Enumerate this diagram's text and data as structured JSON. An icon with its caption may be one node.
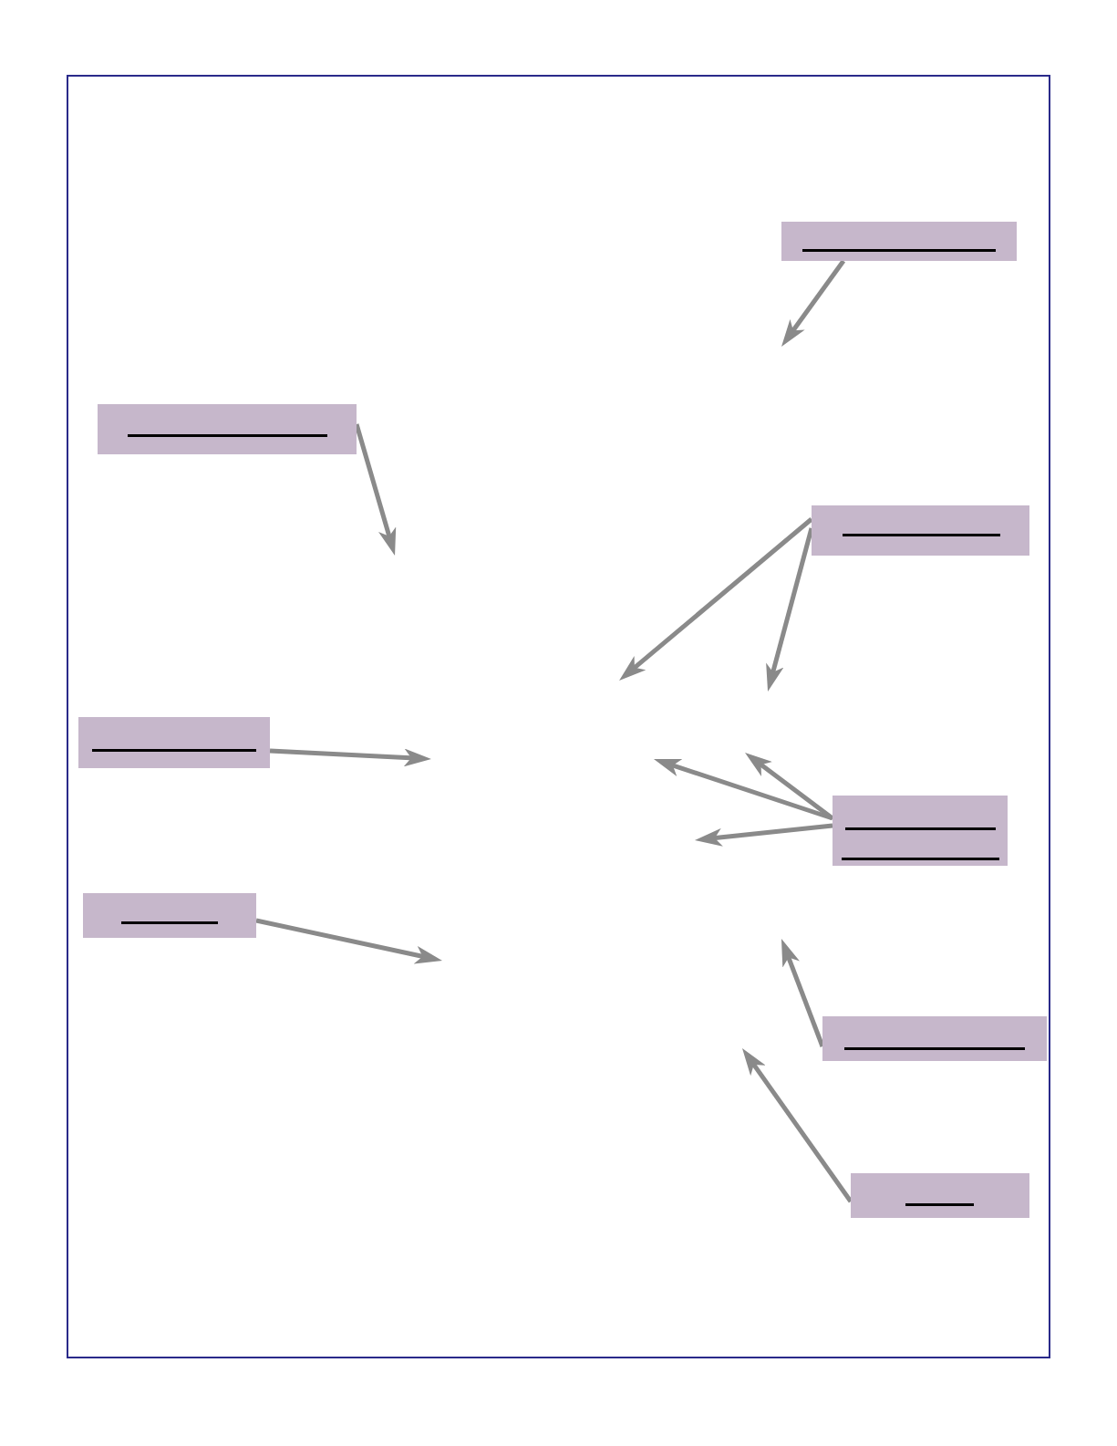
{
  "diagram": {
    "nodes": [
      {
        "text": [],
        "shape": "box"
      },
      {
        "text": [],
        "shape": "box"
      },
      {
        "text": [],
        "shape": "box"
      },
      {
        "text": [],
        "shape": "box"
      },
      {
        "text": [],
        "shape": "box"
      },
      {
        "text": [],
        "shape": "box"
      },
      {
        "text": [],
        "shape": "box"
      },
      {
        "text": [],
        "shape": "box"
      }
    ],
    "edges": [
      {
        "from": 0,
        "to": null,
        "arrow": "to"
      },
      {
        "from": 1,
        "to": null,
        "arrow": "to"
      },
      {
        "from": 2,
        "to": null,
        "arrow": "to"
      },
      {
        "from": 2,
        "to": null,
        "arrow": "to"
      },
      {
        "from": 3,
        "to": null,
        "arrow": "to"
      },
      {
        "from": 4,
        "to": null,
        "arrow": "to"
      },
      {
        "from": 4,
        "to": null,
        "arrow": "to"
      },
      {
        "from": 4,
        "to": null,
        "arrow": "to"
      },
      {
        "from": 5,
        "to": null,
        "arrow": "to"
      },
      {
        "from": 6,
        "to": null,
        "arrow": "to"
      },
      {
        "from": 7,
        "to": null,
        "arrow": "to"
      }
    ]
  }
}
